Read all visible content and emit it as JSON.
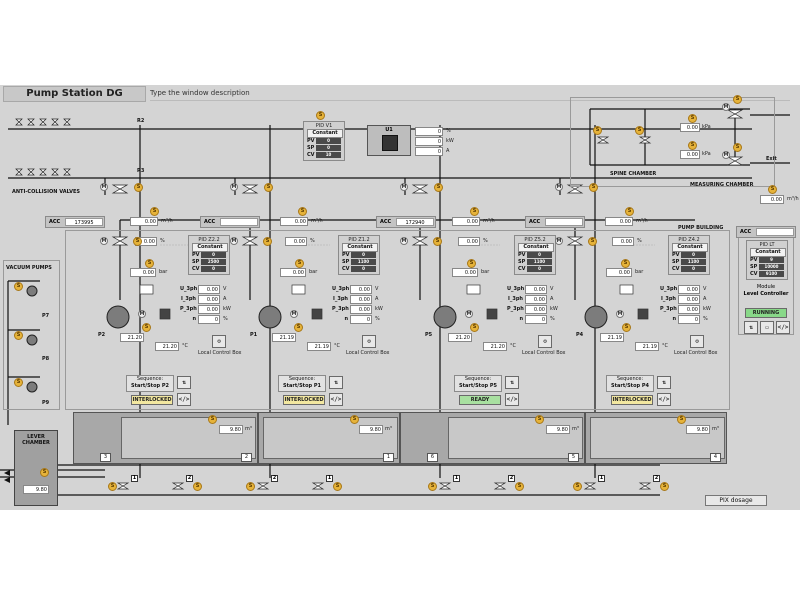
{
  "header": {
    "title": "Pump Station DG",
    "description": "Type the window description"
  },
  "labels": {
    "r2": "R2",
    "r3": "R3",
    "anti_collision": "ANTI-COLLISION VALVES",
    "spine_chamber": "SPINE CHAMBER",
    "measuring_chamber": "MEASURING CHAMBER",
    "exit": "Exit",
    "pump_building": "PUMP BUILDING",
    "vacuum_pumps": "VACUUM PUMPS",
    "lever_chamber": "LEVER CHAMBER",
    "p7": "P7",
    "p8": "P8",
    "p9": "P9"
  },
  "pid_v1": {
    "title": "PID V1",
    "mode": "Constant",
    "pv": "0",
    "sp": "0",
    "cv": "10"
  },
  "u1": {
    "title": "U1",
    "values": [
      {
        "v": "0",
        "u": "%"
      },
      {
        "v": "0",
        "u": "kW"
      },
      {
        "v": "0",
        "u": "A"
      }
    ]
  },
  "spine": {
    "pressure1": "0.00",
    "unit1": "kPa",
    "pressure2": "0.00",
    "unit2": "kPa",
    "measure": "0.00",
    "measure_unit": "m³/h"
  },
  "pid_lt": {
    "title": "PID LT",
    "mode": "Constant",
    "pv": "9",
    "sp": "10000",
    "cv": "9100"
  },
  "module": {
    "line1": "Module",
    "line2": "Level Controller",
    "status": "RUNNING"
  },
  "accs": [
    {
      "label": "ACC",
      "value": "173995",
      "flow": "0.00",
      "unit": "m³/h"
    },
    {
      "label": "ACC",
      "value": "",
      "flow": "0.00",
      "unit": "m³/h"
    },
    {
      "label": "ACC",
      "value": "172940",
      "flow": "0.00",
      "unit": "m³/h"
    },
    {
      "label": "ACC",
      "value": "",
      "flow": "0.00",
      "unit": "m³/h"
    },
    {
      "label": "ACC",
      "value": "",
      "flow": "",
      "unit": "m³/h"
    }
  ],
  "pumps": [
    {
      "name": "P2",
      "pid_title": "PID Z2.2",
      "mode": "Constant",
      "pv": "0",
      "sp": "2500",
      "cv": "0",
      "pressure": "0.00",
      "p_unit": "bar",
      "valve_pct": "0.00",
      "valve_unit": "%",
      "u_val": "0.00",
      "u_unit": "V",
      "i_val": "0.00",
      "i_unit": "A",
      "p_val": "0.00",
      "p_unit2": "kW",
      "n_val": "0",
      "n_unit": "%",
      "temp1": "21.20",
      "temp2": "21.20",
      "temp_unit": "°C",
      "seq": "Sequence:",
      "seq_name": "Start/Stop P2",
      "status": "INTERLOCKED",
      "status_color": "#f2e7a0"
    },
    {
      "name": "P1",
      "pid_title": "PID Z1.2",
      "mode": "Constant",
      "pv": "0",
      "sp": "1100",
      "cv": "0",
      "pressure": "0.00",
      "p_unit": "bar",
      "valve_pct": "0.00",
      "valve_unit": "%",
      "u_val": "0.00",
      "u_unit": "V",
      "i_val": "0.00",
      "i_unit": "A",
      "p_val": "0.00",
      "p_unit2": "kW",
      "n_val": "0",
      "n_unit": "%",
      "temp1": "21.19",
      "temp2": "21.19",
      "temp_unit": "°C",
      "seq": "Sequence:",
      "seq_name": "Start/Stop P1",
      "status": "INTERLOCKED",
      "status_color": "#f2e7a0"
    },
    {
      "name": "P5",
      "pid_title": "PID Z5.2",
      "mode": "Constant",
      "pv": "0",
      "sp": "1100",
      "cv": "0",
      "pressure": "0.00",
      "p_unit": "bar",
      "valve_pct": "0.00",
      "valve_unit": "%",
      "u_val": "0.00",
      "u_unit": "V",
      "i_val": "0.00",
      "i_unit": "A",
      "p_val": "0.00",
      "p_unit2": "kW",
      "n_val": "0",
      "n_unit": "%",
      "temp1": "21.20",
      "temp2": "21.20",
      "temp_unit": "°C",
      "seq": "Sequence:",
      "seq_name": "Start/Stop P5",
      "status": "READY",
      "status_color": "#a8e0a0"
    },
    {
      "name": "P4",
      "pid_title": "PID Z4.2",
      "mode": "Constant",
      "pv": "0",
      "sp": "1100",
      "cv": "0",
      "pressure": "0.00",
      "p_unit": "bar",
      "valve_pct": "0.00",
      "valve_unit": "%",
      "u_val": "0.00",
      "u_unit": "V",
      "i_val": "0.00",
      "i_unit": "A",
      "p_val": "0.00",
      "p_unit2": "kW",
      "n_val": "0",
      "n_unit": "%",
      "temp1": "21.19",
      "temp2": "21.19",
      "temp_unit": "°C",
      "seq": "Sequence:",
      "seq_name": "Start/Stop P4",
      "status": "INTERLOCKED",
      "status_color": "#f2e7a0"
    }
  ],
  "local_control": "Local Control Box",
  "tanks": [
    {
      "left": "3",
      "right": "2",
      "level": "9.80",
      "unit": "m³"
    },
    {
      "left": "",
      "right": "1",
      "level": "9.80",
      "unit": "m³"
    },
    {
      "left": "6",
      "right": "5",
      "level": "9.80",
      "unit": "m³"
    },
    {
      "left": "",
      "right": "4",
      "level": "9.80",
      "unit": "m³"
    }
  ],
  "lever": {
    "value": "9.80"
  },
  "bottom_valves": [
    "1",
    "2",
    "2",
    "1",
    "1",
    "2",
    "1",
    "2"
  ],
  "pix_button": "PIX dosage",
  "icons": {
    "badge": "s-badge-icon",
    "motor": "m-motor-icon",
    "sequence": "sequence-icon",
    "code": "code-icon",
    "gear": "gear-icon"
  },
  "colors": {
    "background": "#d4d4d4",
    "badge": "#e6b33a",
    "ready": "#a8e0a0",
    "interlocked": "#f2e7a0",
    "running": "#88d888"
  }
}
